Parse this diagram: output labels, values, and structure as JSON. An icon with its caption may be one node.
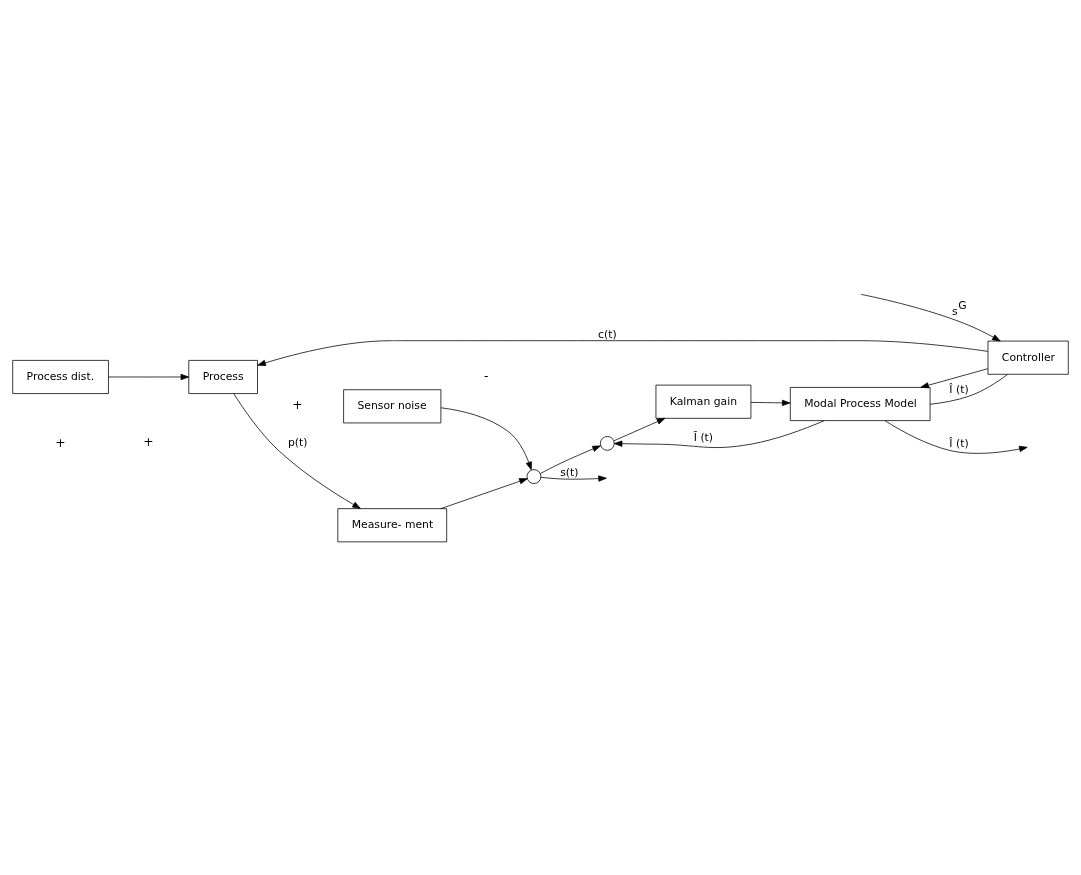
{
  "diagram": {
    "nodes": [
      {
        "text": [
          "Process dist."
        ]
      },
      {
        "text": [
          "Sensor noise"
        ]
      },
      {
        "text": [
          "Controller"
        ]
      },
      {
        "text": [
          "Process"
        ]
      },
      {
        "text": [
          "Measure- ment"
        ]
      },
      {
        "text": [],
        "shape": "circle"
      },
      {
        "text": [
          "Kalman gain"
        ]
      },
      {
        "text": [],
        "shape": "circle"
      },
      {
        "text": [
          "Modal Process Model"
        ]
      }
    ],
    "edges": [
      {
        "from": null,
        "to": 2,
        "arrow": "to",
        "label": "s$^{G}$"
      },
      {
        "from": 2,
        "to": 3,
        "arrow": "to",
        "label": "c(t)"
      },
      {
        "from": 2,
        "to": 8,
        "arrow": "to"
      },
      {
        "from": 0,
        "to": 3,
        "arrow": "to"
      },
      {
        "from": 3,
        "to": 4,
        "arrow": "to",
        "label": "p(t)"
      },
      {
        "from": 4,
        "to": 5,
        "arrow": "to"
      },
      {
        "from": 1,
        "to": 5,
        "arrow": "to"
      },
      {
        "from": 5,
        "to": null,
        "arrow": "to",
        "label": "s(t)"
      },
      {
        "from": 5,
        "to": 7,
        "arrow": "to"
      },
      {
        "from": 7,
        "to": 6,
        "arrow": "to"
      },
      {
        "from": 6,
        "to": 8,
        "arrow": "to"
      },
      {
        "from": 8,
        "to": 7,
        "arrow": "to",
        "label": "Ī (t)"
      },
      {
        "from": 8,
        "to": null,
        "arrow": "to",
        "label": "Î (t)"
      },
      {
        "from": 8,
        "to": 2,
        "arrow": "none",
        "label": "Î (t)"
      }
    ],
    "labels": [
      "+",
      "+",
      "-",
      "+"
    ]
  }
}
